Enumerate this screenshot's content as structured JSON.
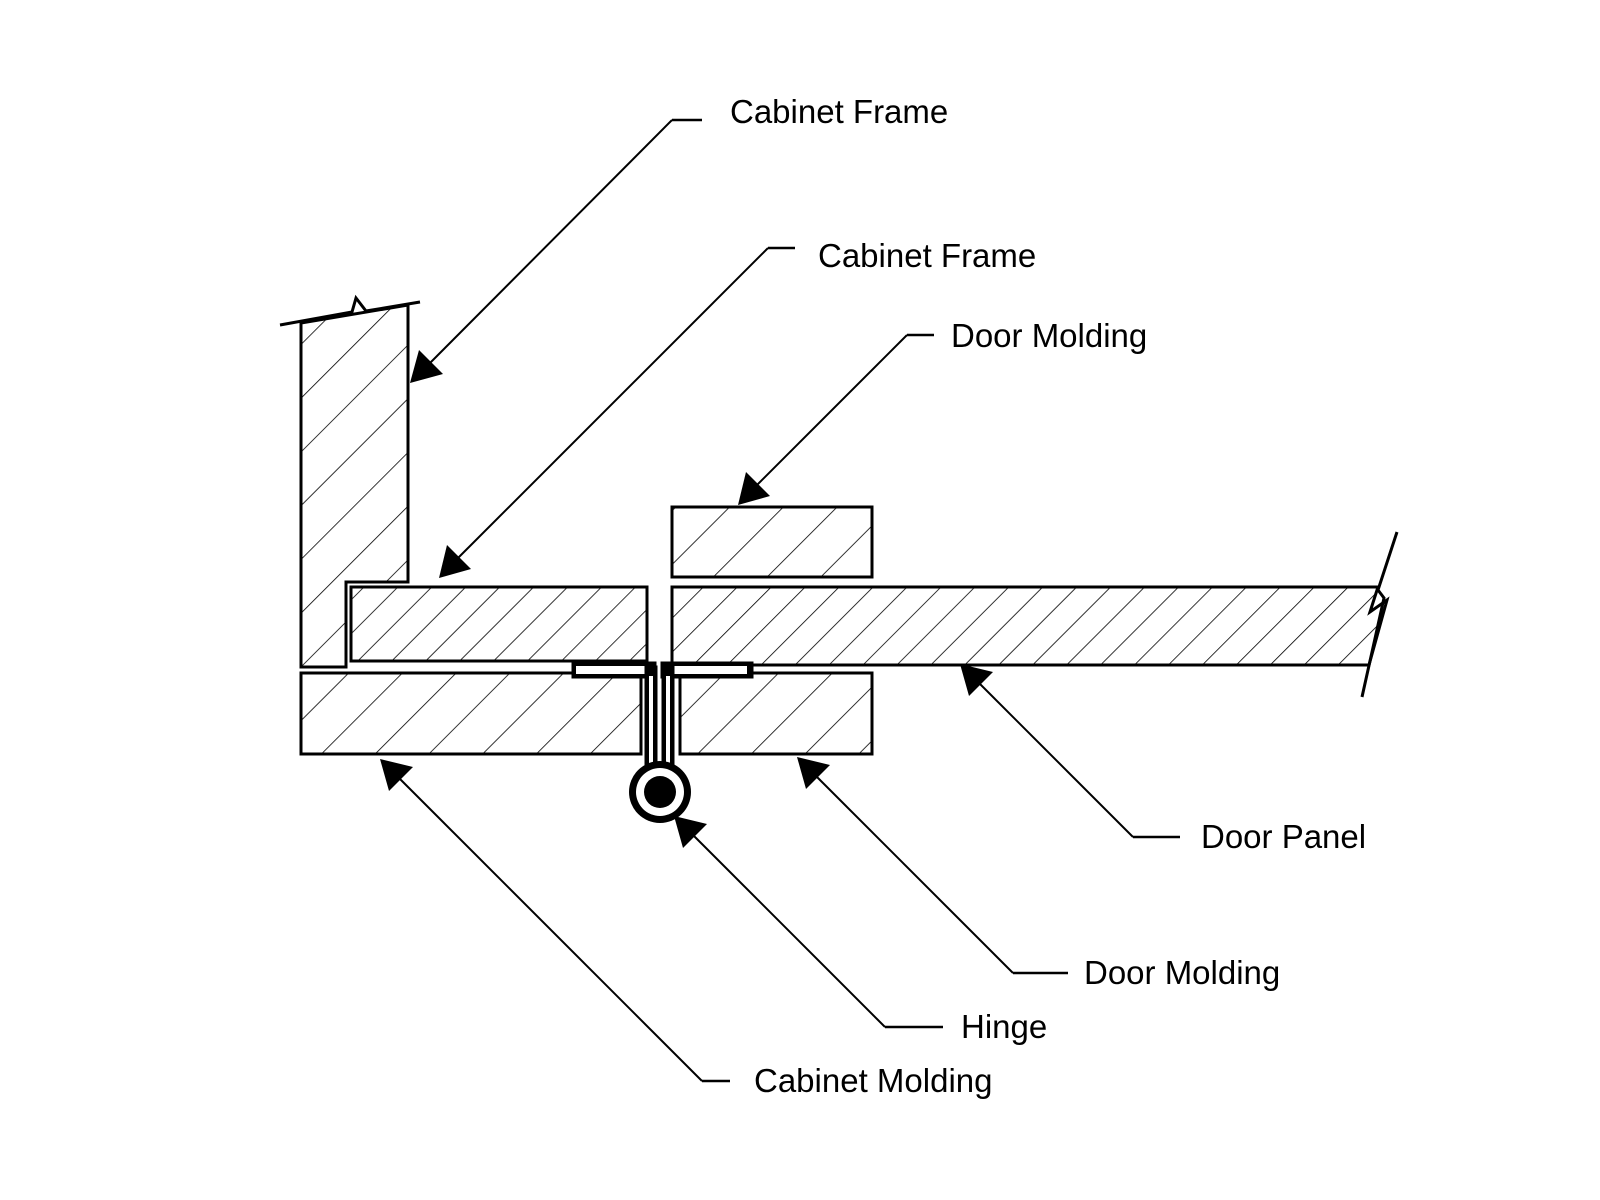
{
  "colors": {
    "ink": "#000000",
    "paper": "#ffffff"
  },
  "labels": {
    "cabinet_frame_top": "Cabinet Frame",
    "cabinet_frame_middle": "Cabinet Frame",
    "door_molding_top": "Door Molding",
    "door_panel": "Door Panel",
    "door_molding_bottom": "Door Molding",
    "hinge": "Hinge",
    "cabinet_molding": "Cabinet Molding"
  }
}
